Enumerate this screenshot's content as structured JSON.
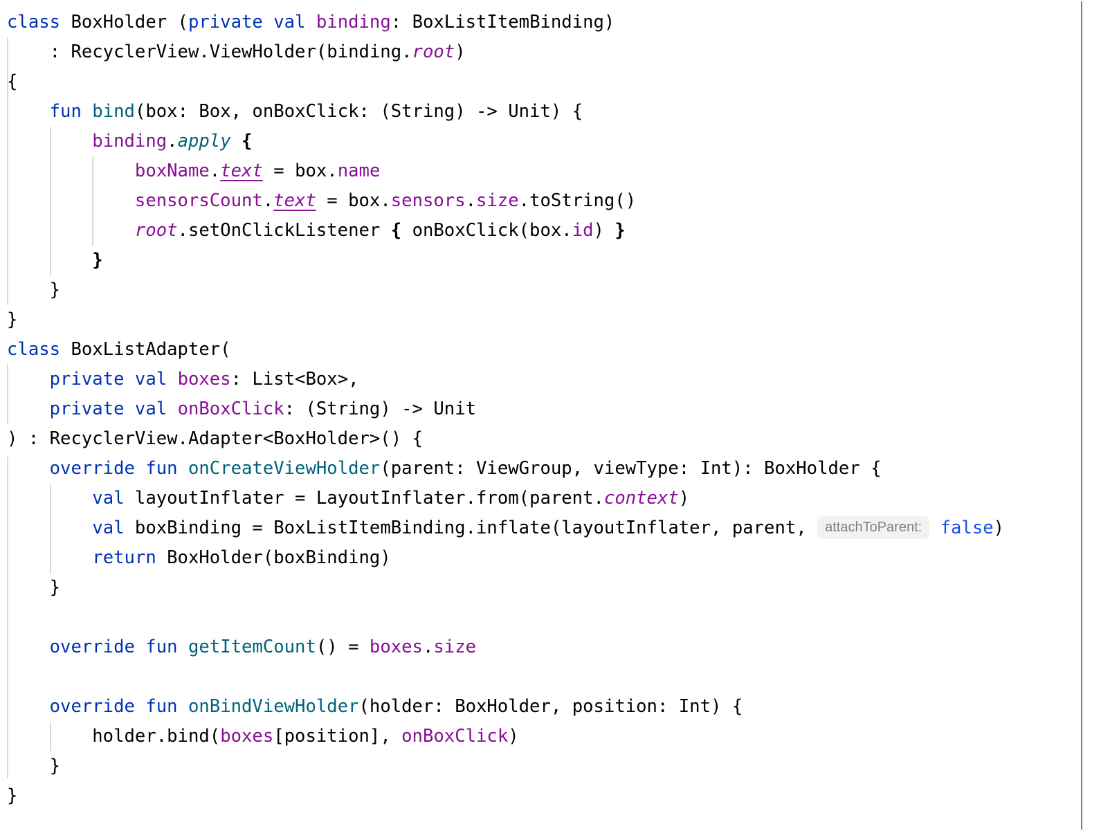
{
  "colors": {
    "background": "#FFFFFF",
    "text": "#000000",
    "keyword": "#0033B3",
    "function_decl": "#00627A",
    "property": "#871094",
    "literal": "#1750EB",
    "hint_bg": "#F2F2F2",
    "hint_text": "#808080",
    "indent_guide": "#D9D9D9",
    "margin_line": "#3FA840"
  },
  "editor": {
    "inlay_hint_label": "attachToParent:",
    "lines": [
      [
        {
          "t": "class",
          "c": "k"
        },
        {
          "t": " BoxHolder ("
        },
        {
          "t": "private val",
          "c": "k"
        },
        {
          "t": " "
        },
        {
          "t": "binding",
          "c": "p"
        },
        {
          "t": ": BoxListItemBinding)"
        }
      ],
      [
        {
          "t": "    : RecyclerView.ViewHolder(binding."
        },
        {
          "t": "root",
          "c": "pi"
        },
        {
          "t": ")"
        }
      ],
      [
        {
          "t": "{"
        }
      ],
      [
        {
          "t": "    "
        },
        {
          "t": "fun",
          "c": "k"
        },
        {
          "t": " "
        },
        {
          "t": "bind",
          "c": "fd"
        },
        {
          "t": "(box: Box, onBoxClick: (String) -> Unit) {"
        }
      ],
      [
        {
          "t": "        "
        },
        {
          "t": "binding",
          "c": "p"
        },
        {
          "t": "."
        },
        {
          "t": "apply",
          "c": "fdi"
        },
        {
          "t": " "
        },
        {
          "t": "{",
          "c": "b"
        }
      ],
      [
        {
          "t": "            "
        },
        {
          "t": "boxName",
          "c": "p"
        },
        {
          "t": "."
        },
        {
          "t": "text",
          "c": "piu"
        },
        {
          "t": " = box."
        },
        {
          "t": "name",
          "c": "p"
        }
      ],
      [
        {
          "t": "            "
        },
        {
          "t": "sensorsCount",
          "c": "p"
        },
        {
          "t": "."
        },
        {
          "t": "text",
          "c": "piu"
        },
        {
          "t": " = box."
        },
        {
          "t": "sensors",
          "c": "p"
        },
        {
          "t": "."
        },
        {
          "t": "size",
          "c": "p"
        },
        {
          "t": ".toString()"
        }
      ],
      [
        {
          "t": "            "
        },
        {
          "t": "root",
          "c": "pi"
        },
        {
          "t": ".setOnClickListener "
        },
        {
          "t": "{",
          "c": "b"
        },
        {
          "t": " onBoxClick(box."
        },
        {
          "t": "id",
          "c": "p"
        },
        {
          "t": ") "
        },
        {
          "t": "}",
          "c": "b"
        }
      ],
      [
        {
          "t": "        "
        },
        {
          "t": "}",
          "c": "b"
        }
      ],
      [
        {
          "t": "    }"
        }
      ],
      [
        {
          "t": "}"
        }
      ],
      [
        {
          "t": "class",
          "c": "k"
        },
        {
          "t": " BoxListAdapter("
        }
      ],
      [
        {
          "t": "    "
        },
        {
          "t": "private val",
          "c": "k"
        },
        {
          "t": " "
        },
        {
          "t": "boxes",
          "c": "p"
        },
        {
          "t": ": List<Box>,"
        }
      ],
      [
        {
          "t": "    "
        },
        {
          "t": "private val",
          "c": "k"
        },
        {
          "t": " "
        },
        {
          "t": "onBoxClick",
          "c": "p"
        },
        {
          "t": ": (String) -> Unit"
        }
      ],
      [
        {
          "t": ") : RecyclerView.Adapter<BoxHolder>() {"
        }
      ],
      [
        {
          "t": "    "
        },
        {
          "t": "override fun",
          "c": "k"
        },
        {
          "t": " "
        },
        {
          "t": "onCreateViewHolder",
          "c": "fd"
        },
        {
          "t": "(parent: ViewGroup, viewType: Int): BoxHolder {"
        }
      ],
      [
        {
          "t": "        "
        },
        {
          "t": "val",
          "c": "k"
        },
        {
          "t": " layoutInflater = LayoutInflater.from(parent."
        },
        {
          "t": "context",
          "c": "pi"
        },
        {
          "t": ")"
        }
      ],
      [
        {
          "t": "        "
        },
        {
          "t": "val",
          "c": "k"
        },
        {
          "t": " boxBinding = BoxListItemBinding.inflate(layoutInflater, parent, "
        },
        {
          "t": "attachToParent:",
          "c": "hint"
        },
        {
          "t": " "
        },
        {
          "t": "false",
          "c": "kb"
        },
        {
          "t": ")"
        }
      ],
      [
        {
          "t": "        "
        },
        {
          "t": "return",
          "c": "k"
        },
        {
          "t": " BoxHolder(boxBinding)"
        }
      ],
      [
        {
          "t": "    }"
        }
      ],
      [],
      [
        {
          "t": "    "
        },
        {
          "t": "override fun",
          "c": "k"
        },
        {
          "t": " "
        },
        {
          "t": "getItemCount",
          "c": "fd"
        },
        {
          "t": "() = "
        },
        {
          "t": "boxes",
          "c": "p"
        },
        {
          "t": "."
        },
        {
          "t": "size",
          "c": "p"
        }
      ],
      [],
      [
        {
          "t": "    "
        },
        {
          "t": "override fun",
          "c": "k"
        },
        {
          "t": " "
        },
        {
          "t": "onBindViewHolder",
          "c": "fd"
        },
        {
          "t": "(holder: BoxHolder, position: Int) {"
        }
      ],
      [
        {
          "t": "        holder.bind("
        },
        {
          "t": "boxes",
          "c": "p"
        },
        {
          "t": "[position], "
        },
        {
          "t": "onBoxClick",
          "c": "p"
        },
        {
          "t": ")"
        }
      ],
      [
        {
          "t": "    }"
        }
      ],
      [
        {
          "t": "}"
        }
      ]
    ]
  }
}
